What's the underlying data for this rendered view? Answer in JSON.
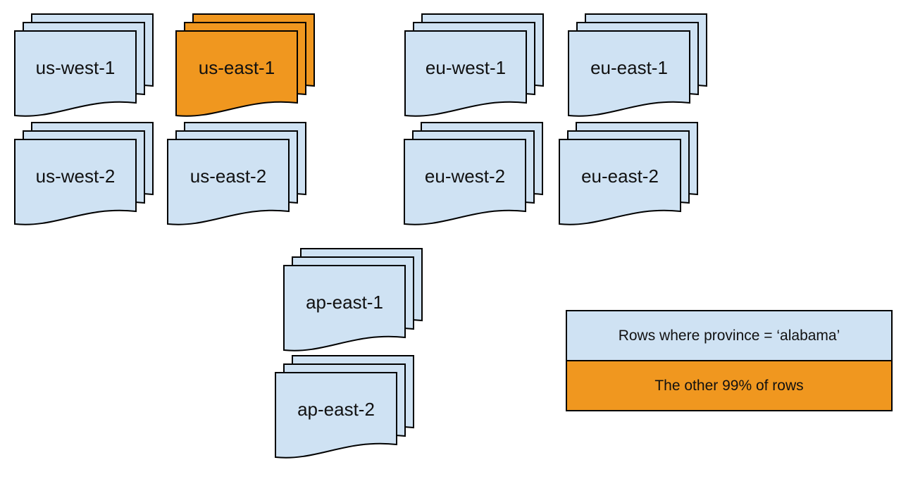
{
  "diagram": {
    "regions": [
      {
        "label": "us-west-1",
        "variant": "blue"
      },
      {
        "label": "us-east-1",
        "variant": "orange"
      },
      {
        "label": "eu-west-1",
        "variant": "blue"
      },
      {
        "label": "eu-east-1",
        "variant": "blue"
      },
      {
        "label": "us-west-2",
        "variant": "blue"
      },
      {
        "label": "us-east-2",
        "variant": "blue"
      },
      {
        "label": "eu-west-2",
        "variant": "blue"
      },
      {
        "label": "eu-east-2",
        "variant": "blue"
      },
      {
        "label": "ap-east-1",
        "variant": "blue"
      },
      {
        "label": "ap-east-2",
        "variant": "blue"
      }
    ],
    "legend": {
      "items": [
        {
          "label": "Rows where province = ‘alabama’",
          "variant": "blue"
        },
        {
          "label": "The other 99% of rows",
          "variant": "orange"
        }
      ]
    },
    "colors": {
      "blue": "#cfe2f3",
      "orange": "#f0971f",
      "stroke": "#000000"
    }
  }
}
